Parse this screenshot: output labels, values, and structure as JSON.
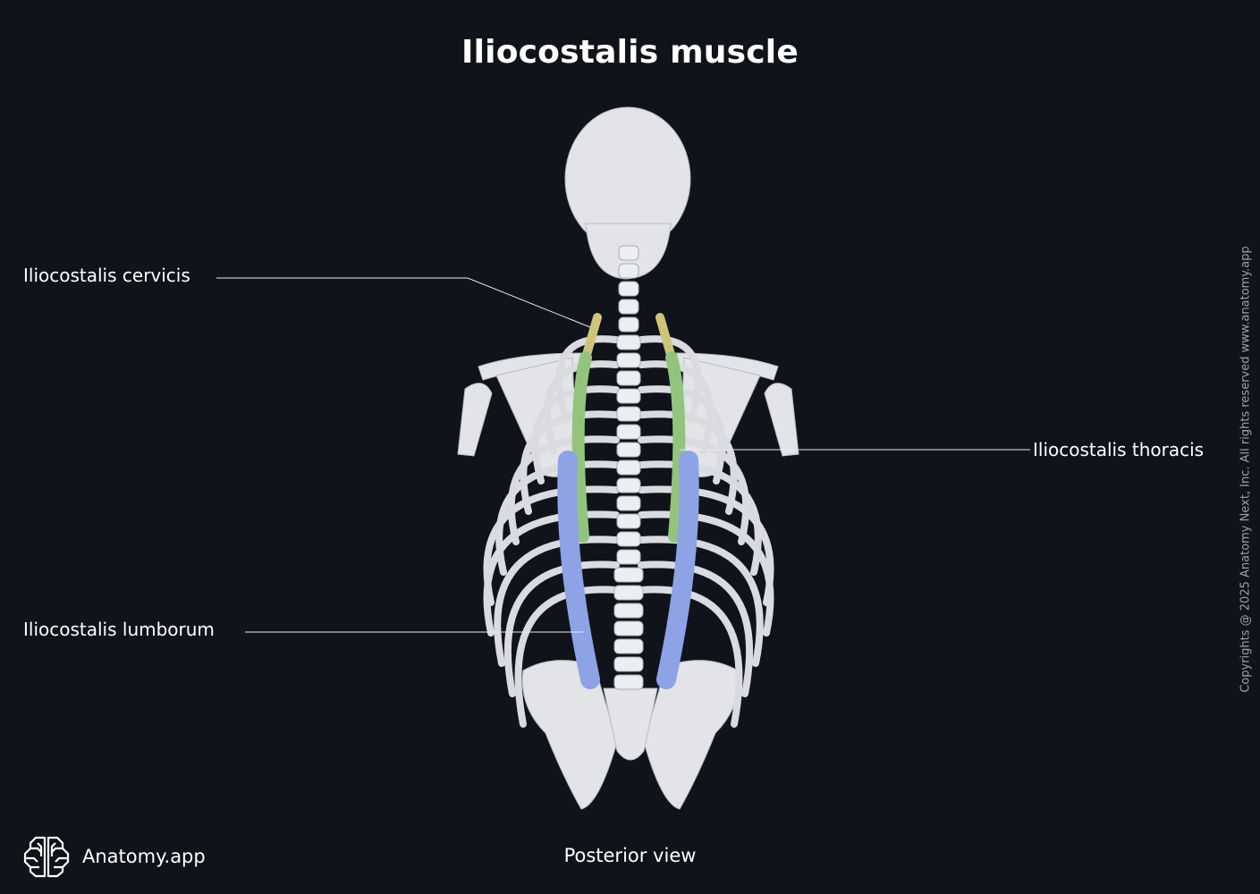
{
  "title": "Iliocostalis muscle",
  "labels": {
    "cervicis": "Iliocostalis cervicis",
    "thoracis": "Iliocostalis thoracis",
    "lumborum": "Iliocostalis lumborum"
  },
  "view": "Posterior view",
  "brand": {
    "name": "Anatomy.app",
    "icon": "brain-icon"
  },
  "copyright": "Copyrights @ 2025 Anatomy Next, Inc. All rights reserved www.anatomy.app",
  "colors": {
    "background": "#10141a",
    "bone": "#e4e6ea",
    "cervicis": "#cfc47a",
    "thoracis": "#93c47d",
    "lumborum": "#8ea2e6"
  }
}
